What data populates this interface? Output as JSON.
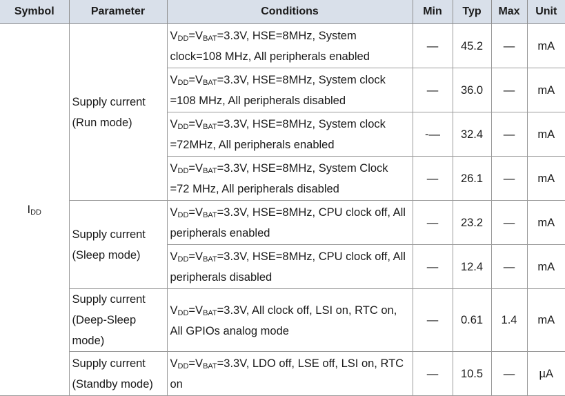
{
  "headers": {
    "symbol": "Symbol",
    "parameter": "Parameter",
    "conditions": "Conditions",
    "min": "Min",
    "typ": "Typ",
    "max": "Max",
    "unit": "Unit"
  },
  "symbol": {
    "main": "I",
    "sub": "DD"
  },
  "cond_prefix": {
    "v1": "V",
    "s1": "DD",
    "eq": "=V",
    "s2": "BAT",
    "val": "=3.3V, "
  },
  "groups": {
    "run": "Supply current (Run mode)",
    "sleep": "Supply current (Sleep mode)",
    "deep": "Supply current (Deep-Sleep mode)",
    "standby": "Supply current (Standby mode)"
  },
  "rows": [
    {
      "cond": "HSE=8MHz, System clock=108 MHz, All peripherals enabled",
      "min": "—",
      "typ": "45.2",
      "max": "—",
      "unit": "mA"
    },
    {
      "cond": "HSE=8MHz, System clock =108 MHz, All peripherals disabled",
      "min": "—",
      "typ": "36.0",
      "max": "—",
      "unit": "mA"
    },
    {
      "cond": "HSE=8MHz, System clock =72MHz, All peripherals enabled",
      "min": "-—",
      "typ": "32.4",
      "max": "—",
      "unit": "mA"
    },
    {
      "cond": "HSE=8MHz, System Clock =72 MHz, All peripherals disabled",
      "min": "—",
      "typ": "26.1",
      "max": "—",
      "unit": "mA"
    },
    {
      "cond": "HSE=8MHz, CPU clock off, All peripherals enabled",
      "min": "—",
      "typ": "23.2",
      "max": "—",
      "unit": "mA"
    },
    {
      "cond": "HSE=8MHz, CPU clock off, All peripherals disabled",
      "min": "—",
      "typ": "12.4",
      "max": "—",
      "unit": "mA"
    },
    {
      "cond": "All clock off, LSI on, RTC on, All GPIOs analog mode",
      "min": "—",
      "typ": "0.61",
      "max": "1.4",
      "unit": "mA"
    },
    {
      "cond": "LDO off, LSE off, LSI on, RTC on",
      "min": "—",
      "typ": "10.5",
      "max": "—",
      "unit": "µA"
    }
  ]
}
